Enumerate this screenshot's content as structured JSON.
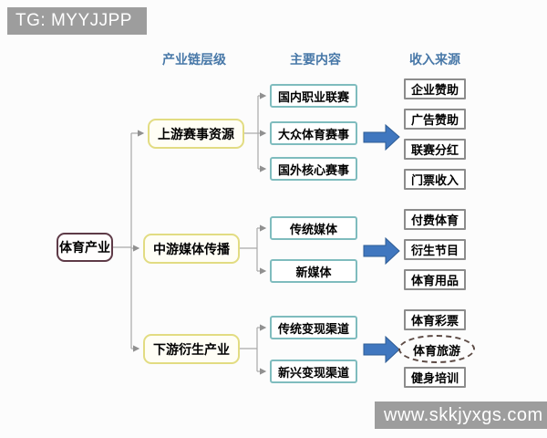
{
  "watermarks": {
    "top_left": "TG: MYYJJPP",
    "bottom_right": "www.skkjyxgs.com"
  },
  "diagram": {
    "title_root": "体育产业",
    "column_headers": [
      {
        "label": "产业链层级"
      },
      {
        "label": "主要内容"
      },
      {
        "label": "收入来源"
      }
    ],
    "levels": [
      {
        "label": "上游赛事资源",
        "contents": [
          "国内职业联赛",
          "大众体育赛事",
          "国外核心赛事"
        ],
        "incomes": [
          "企业赞助",
          "广告赞助",
          "联赛分红",
          "门票收入"
        ]
      },
      {
        "label": "中游媒体传播",
        "contents": [
          "传统媒体",
          "新媒体"
        ],
        "incomes": [
          "付费体育",
          "衍生节目",
          "体育用品"
        ]
      },
      {
        "label": "下游衍生产业",
        "contents": [
          "传统变现渠道",
          "新兴变现渠道"
        ],
        "incomes": [
          "体育彩票",
          "体育旅游",
          "健身培训"
        ],
        "highlighted_income": "体育旅游"
      }
    ],
    "colors": {
      "header_blue": "#4878a8",
      "block_arrow_fill": "#4077bf",
      "block_arrow_stroke": "#2e5c94",
      "level_border_yellow": "#e2dc82",
      "content_border_teal": "#7fbcbe",
      "root_border_maroon": "#5e3a47",
      "income_border_gray": "#8c8c8c",
      "highlight_dashed": "#5c4a44",
      "connector_gray": "#a8a8a8",
      "watermark_bg": "#9d9d9d"
    }
  }
}
